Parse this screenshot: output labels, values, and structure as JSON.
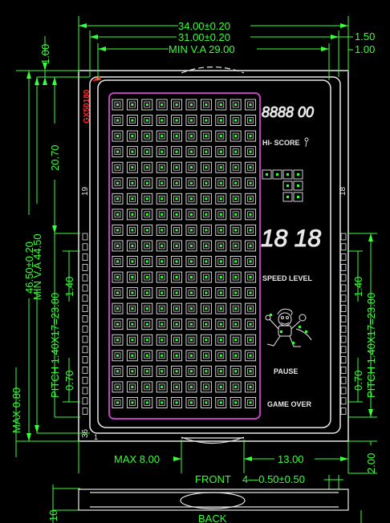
{
  "dims": {
    "overall_width": "34.00±0.20",
    "inner_width": "31.00±0.20",
    "min_va_width": "MIN  V.A  29.00",
    "right_1_50": "1.50",
    "right_1_00": "1.00",
    "top_1_00": "1.00",
    "height_20_70": "20.70",
    "overall_height": "46.50±0.20",
    "min_va_height": "MIN  V.A  44.50",
    "pitch_left": "PITCH  1.40X17=23.80",
    "left_1_40": "1.40",
    "left_0_70": "0.70",
    "max_0_80": "MAX  0.80",
    "pitch_right": "PITCH  1.40X17=23.80",
    "right_1_40": "1.40",
    "right_0_70": "0.70",
    "max_8_00": "MAX  8.00",
    "dim_13_00": "13.00",
    "dim_2_00": "2.00",
    "front": "FRONT",
    "pins": "4—0.50±0.50",
    "back": "BACK",
    "side_10": "10"
  },
  "panel": {
    "part_number": "GX50180",
    "pin_19": "19",
    "pin_18": "18",
    "pin_36": "36",
    "pin_1": "1",
    "score_digits": "8888 00",
    "hi_score": "HI- SCORE",
    "level_digits": "18 18",
    "speed_level": "SPEED  LEVEL",
    "pause": "PAUSE",
    "game_over": "GAME OVER"
  },
  "grid": {
    "rows": 20,
    "cols": 10
  },
  "colors": {
    "dimension": "#39ff3a",
    "outline": "#e8e8e8",
    "viewing_area": "#c040c0",
    "cell": "#39ff3a"
  }
}
